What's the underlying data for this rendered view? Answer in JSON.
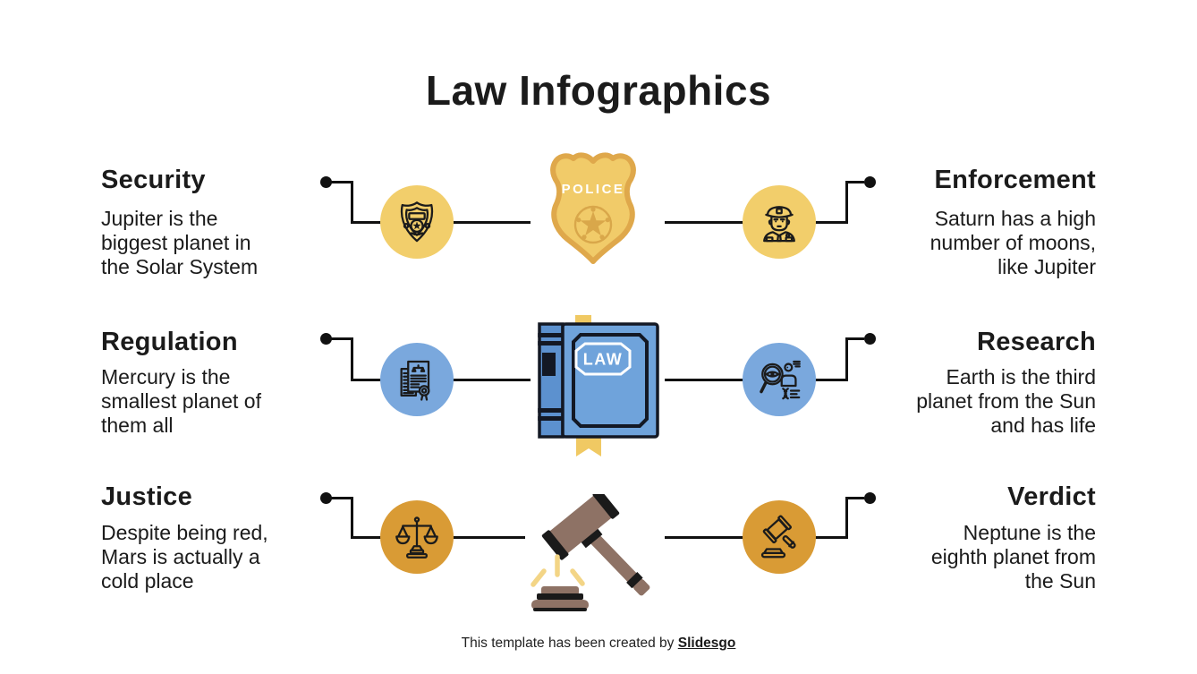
{
  "title": "Law Infographics",
  "rows": [
    {
      "left": {
        "heading": "Security",
        "body": "Jupiter is the\nbiggest planet in\nthe Solar System",
        "icon": "police-badge-outline"
      },
      "right": {
        "heading": "Enforcement",
        "body": "Saturn has a high\nnumber of moons,\nlike Jupiter",
        "icon": "police-officer-outline"
      },
      "center_icon": "police-badge",
      "circle_color": "#F2CE6B"
    },
    {
      "left": {
        "heading": "Regulation",
        "body": "Mercury is the\nsmallest planet of\nthem all",
        "icon": "legal-certificate-outline"
      },
      "right": {
        "heading": "Research",
        "body": "Earth is the third\nplanet from the Sun\nand has life",
        "icon": "investigation-magnifier-outline"
      },
      "center_icon": "law-book",
      "circle_color": "#7AA8DD"
    },
    {
      "left": {
        "heading": "Justice",
        "body": "Despite being red,\nMars is actually a\ncold place",
        "icon": "scales-of-justice-outline"
      },
      "right": {
        "heading": "Verdict",
        "body": "Neptune is the\neighth planet from\nthe Sun",
        "icon": "gavel-outline"
      },
      "center_icon": "gavel",
      "circle_color": "#D99B35"
    }
  ],
  "center": {
    "badge_label": "POLICE",
    "book_label": "LAW"
  },
  "footer": {
    "text": "This template has been created by ",
    "brand": "Slidesgo"
  },
  "colors": {
    "ink": "#1b1b1b",
    "line": "#111111",
    "circle_yellow": "#F2CE6B",
    "circle_blue": "#7AA8DD",
    "circle_orange": "#D99B35",
    "badge_fill": "#F1CB69",
    "badge_border": "#DFA84B",
    "badge_star": "#D9A74A",
    "book_cover": "#6FA3DB",
    "book_spine": "#5C91CF",
    "book_ink": "#131824",
    "bookmark": "#F0C963",
    "gavel_wood": "#8E7265",
    "gavel_dark": "#1A1A1A",
    "ray": "#F3D586",
    "footer_ink": "#222222"
  }
}
